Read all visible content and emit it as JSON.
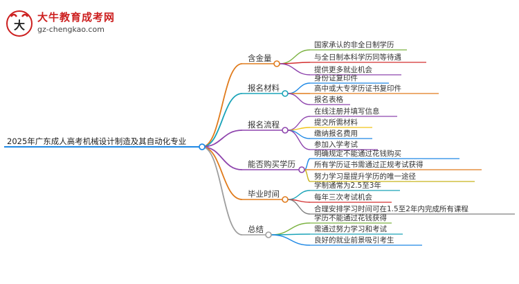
{
  "header": {
    "logo_icon": "bull-head-logo-icon",
    "site_title": "大牛教育成考网",
    "site_url": "gz-chengkao.com"
  },
  "mindmap": {
    "root": "2025年广东成人高考机械设计制造及其自动化专业",
    "branches": [
      {
        "label": "含金量",
        "color": "#e07b1c",
        "children": [
          {
            "label": "国家承认的非全日制学历",
            "color": "#7cb342"
          },
          {
            "label": "与全日制本科学历同等待遇",
            "color": "#d32f2f"
          },
          {
            "label": "提供更多就业机会",
            "color": "#8e44ad"
          }
        ]
      },
      {
        "label": "报名材料",
        "color": "#1aa3b8",
        "children": [
          {
            "label": "身份证复印件",
            "color": "#1e88e5"
          },
          {
            "label": "高中或大专学历证书复印件",
            "color": "#e07b1c"
          },
          {
            "label": "报名表格",
            "color": "#8e44ad"
          }
        ]
      },
      {
        "label": "报名流程",
        "color": "#8e44ad",
        "children": [
          {
            "label": "在线注册并填写信息",
            "color": "#8e44ad"
          },
          {
            "label": "提交所需材料",
            "color": "#f0c419"
          },
          {
            "label": "缴纳报名费用",
            "color": "#1e88e5"
          },
          {
            "label": "参加入学考试",
            "color": "#8e44ad"
          }
        ]
      },
      {
        "label": "能否购买学历",
        "color": "#8e44ad",
        "children": [
          {
            "label": "明确规定不能通过花钱购买",
            "color": "#1e88e5"
          },
          {
            "label": "所有学历证书需通过正规考试获得",
            "color": "#e07b1c"
          },
          {
            "label": "努力学习是提升学历的唯一途径",
            "color": "#c7b31c"
          }
        ]
      },
      {
        "label": "毕业时间",
        "color": "#e07b1c",
        "children": [
          {
            "label": "学制通常为2.5至3年",
            "color": "#1aa3b8"
          },
          {
            "label": "每年三次考试机会",
            "color": "#d32f2f"
          },
          {
            "label": "合理安排学习时间可在1.5至2年内完成所有课程",
            "color": "#7f7f7f"
          }
        ]
      },
      {
        "label": "总结",
        "color": "#9e9e9e",
        "children": [
          {
            "label": "学历不能通过花钱获得",
            "color": "#7cb342"
          },
          {
            "label": "需通过努力学习和考试",
            "color": "#1aa3b8"
          },
          {
            "label": "良好的就业前景吸引考生",
            "color": "#1e88e5"
          }
        ]
      }
    ]
  }
}
